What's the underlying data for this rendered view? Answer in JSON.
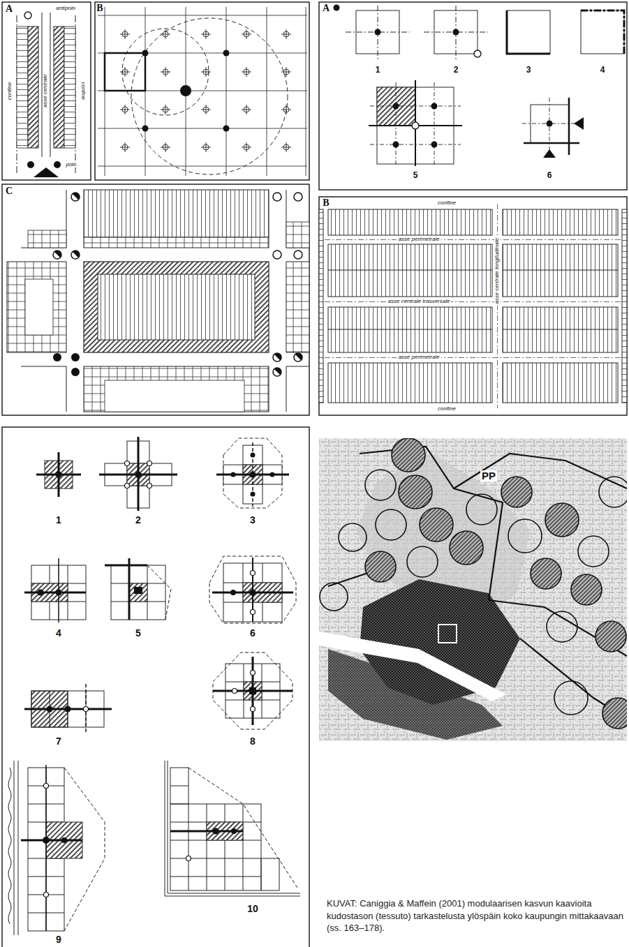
{
  "diagram": {
    "caption": "KUVAT: Caniggia & Maffein (2001) modulaarisen kasvun kaavioita kudostason (tessuto) tarkastelusta ylöspäin koko kaupungin mittakaavaan (ss. 163–178).",
    "labels": [
      "A",
      "antipolo",
      "confine",
      "asse centrale",
      "confine",
      "polo",
      "B",
      "C",
      "A",
      "1",
      "2",
      "3",
      "4",
      "5",
      "6",
      "B",
      "confine",
      "asse perimetrale",
      "asse centrale trasversale",
      "asse centrale longitudinale",
      "asse perimetrale",
      "confine",
      "1",
      "2",
      "3",
      "4",
      "5",
      "6",
      "7",
      "8",
      "9",
      "10",
      "PP"
    ]
  }
}
